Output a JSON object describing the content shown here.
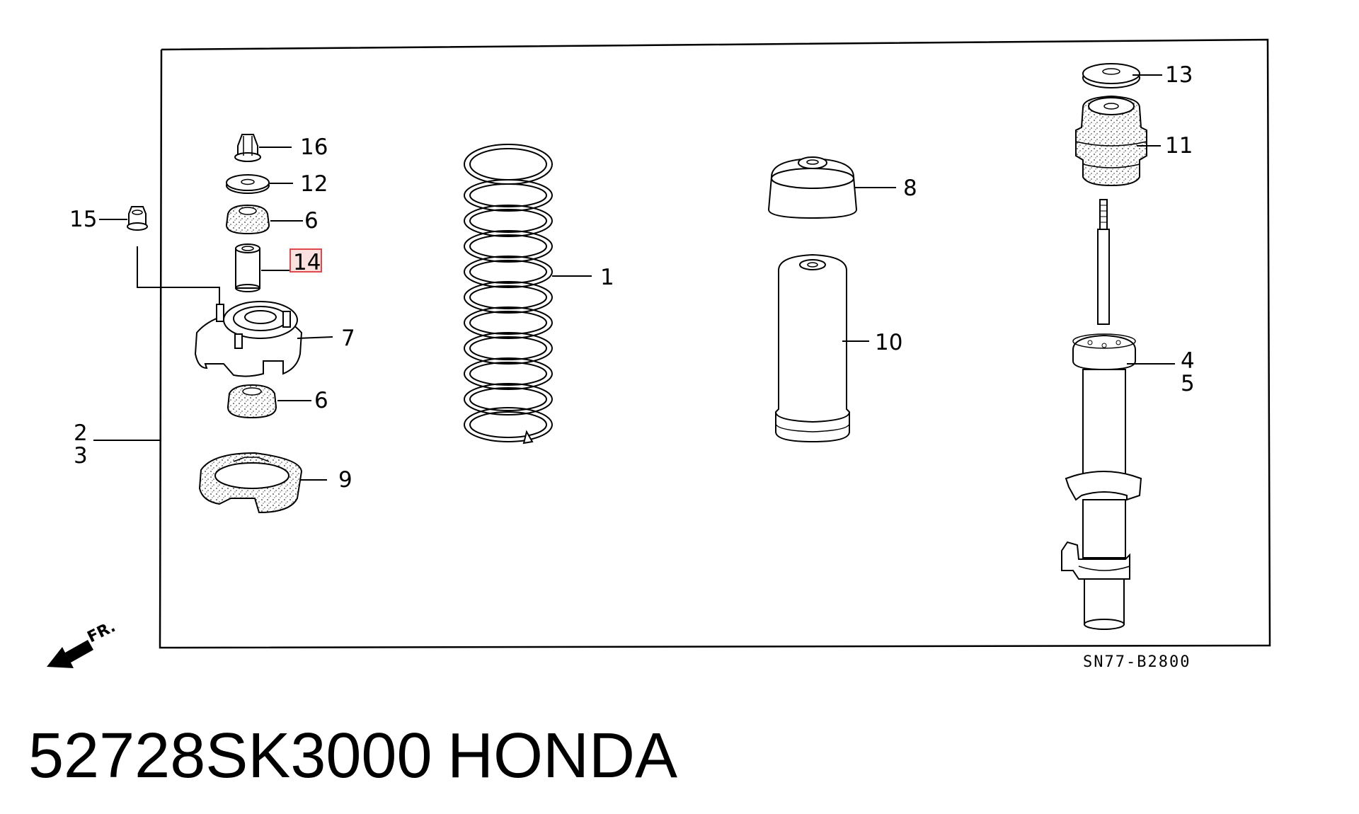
{
  "diagram": {
    "callouts": {
      "c1": "1",
      "c2": "2",
      "c3": "3",
      "c4": "4",
      "c5": "5",
      "c6a": "6",
      "c6b": "6",
      "c7": "7",
      "c8": "8",
      "c9": "9",
      "c10": "10",
      "c11": "11",
      "c12": "12",
      "c13": "13",
      "c14": "14",
      "c15": "15",
      "c16": "16"
    },
    "highlighted_callout": "14",
    "highlight_color": "#e0484a",
    "direction_label": "FR.",
    "drawing_code": "SN77-B2800"
  },
  "part": {
    "number": "52728SK3000",
    "brand": "HONDA"
  }
}
